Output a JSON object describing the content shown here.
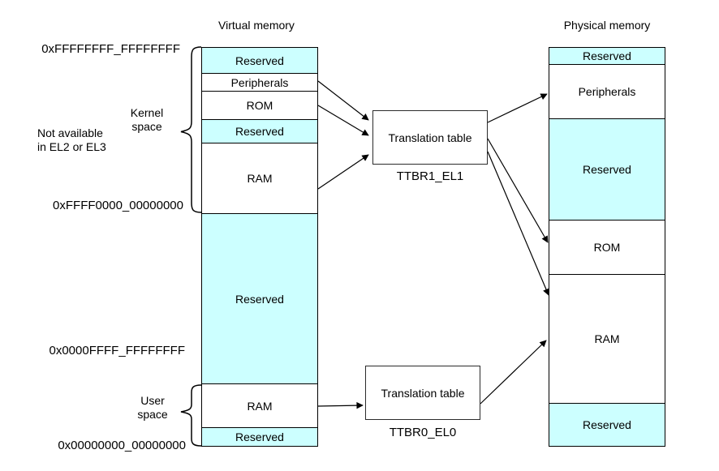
{
  "virtual_memory": {
    "title": "Virtual memory",
    "segments": [
      {
        "label": "Reserved",
        "type": "reserved"
      },
      {
        "label": "Peripherals",
        "type": "normal"
      },
      {
        "label": "ROM",
        "type": "normal"
      },
      {
        "label": "Reserved",
        "type": "reserved"
      },
      {
        "label": "RAM",
        "type": "normal"
      },
      {
        "label": "Reserved",
        "type": "reserved"
      },
      {
        "label": "RAM",
        "type": "normal"
      },
      {
        "label": "Reserved",
        "type": "reserved"
      }
    ]
  },
  "physical_memory": {
    "title": "Physical memory",
    "segments": [
      {
        "label": "Reserved",
        "type": "reserved"
      },
      {
        "label": "Peripherals",
        "type": "normal"
      },
      {
        "label": "Reserved",
        "type": "reserved"
      },
      {
        "label": "ROM",
        "type": "normal"
      },
      {
        "label": "RAM",
        "type": "normal"
      },
      {
        "label": "Reserved",
        "type": "reserved"
      }
    ]
  },
  "translation_tables": {
    "ttbr1": {
      "box_label": "Translation table",
      "register": "TTBR1_EL1"
    },
    "ttbr0": {
      "box_label": "Translation table",
      "register": "TTBR0_EL0"
    }
  },
  "addresses": {
    "top": "0xFFFFFFFF_FFFFFFFF",
    "kernel_bottom": "0xFFFF0000_00000000",
    "user_top": "0x0000FFFF_FFFFFFFF",
    "bottom": "0x00000000_00000000"
  },
  "annotations": {
    "kernel_space": "Kernel\nspace",
    "not_available": "Not available\nin EL2 or EL3",
    "user_space": "User\nspace"
  },
  "colors": {
    "reserved_fill": "#CCFFFF",
    "normal_fill": "#FFFFFF",
    "line": "#000000"
  }
}
